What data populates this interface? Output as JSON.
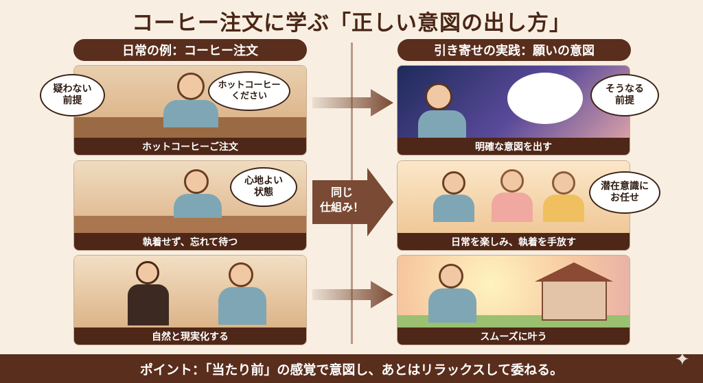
{
  "title": "コーヒー注文に学ぶ「正しい意図の出し方」",
  "left": {
    "header": "日常の例：コーヒー注文",
    "panels": [
      {
        "caption": "ホットコーヒーご注文"
      },
      {
        "caption": "執着せず、忘れて待つ"
      },
      {
        "caption": "自然と現実化する"
      }
    ],
    "bubbles": {
      "assume": "疑わない\n前提",
      "order": "ホットコーヒー\nください",
      "comfort": "心地よい\n状態"
    }
  },
  "right": {
    "header": "引き寄せの実践：願いの意図",
    "panels": [
      {
        "caption": "明確な意図を出す"
      },
      {
        "caption": "日常を楽しみ、執着を手放す"
      },
      {
        "caption": "スムーズに叶う"
      }
    ],
    "bubbles": {
      "assume": "そうなる\n前提",
      "trust": "潜在意識に\nお任せ"
    }
  },
  "arrow_label": "同じ\n仕組み！",
  "bottom": "ポイント：「当たり前」の感覚で意図し、あとはリラックスして委ねる。",
  "colors": {
    "brown": "#5a2e1c",
    "background": "#f8efe2",
    "arrow": "#7a4a34"
  }
}
